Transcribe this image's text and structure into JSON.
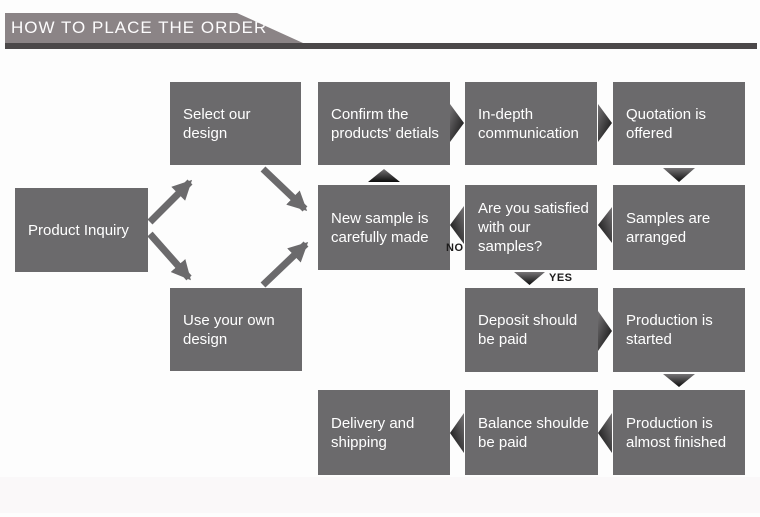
{
  "header": {
    "title": "HOW TO PLACE THE ORDER"
  },
  "colors": {
    "banner_fill": "#8b8486",
    "bar_fill": "#4b4849",
    "box_fill": "#6b6a6c",
    "arrow_grad_start": "#767476",
    "arrow_grad_end": "#0c0c0c",
    "diagonal_fill": "#6b6a6c",
    "label_dark": "#1c1b1b",
    "band_fill": "#faf8f9"
  },
  "flowchart": {
    "nodes": [
      {
        "id": "product-inquiry",
        "label": "Product Inquiry"
      },
      {
        "id": "select-our-design",
        "label": "Select our design"
      },
      {
        "id": "use-your-own-design",
        "label": "Use your own design"
      },
      {
        "id": "confirm-products-details",
        "label": "Confirm the products' detials"
      },
      {
        "id": "new-sample-made",
        "label": "New sample is carefully made"
      },
      {
        "id": "delivery-and-shipping",
        "label": "Delivery and shipping"
      },
      {
        "id": "in-depth-communication",
        "label": "In-depth communication"
      },
      {
        "id": "satisfied-question",
        "label": "Are you satisfied with our samples?"
      },
      {
        "id": "deposit-paid",
        "label": "Deposit should be paid"
      },
      {
        "id": "balance-paid",
        "label": "Balance shoulde be paid"
      },
      {
        "id": "quotation-offered",
        "label": "Quotation is offered"
      },
      {
        "id": "samples-arranged",
        "label": "Samples are arranged"
      },
      {
        "id": "production-started",
        "label": "Production is started"
      },
      {
        "id": "production-almost-finished",
        "label": "Production is almost finished"
      }
    ],
    "decision_labels": {
      "no": "NO",
      "yes": "YES"
    }
  }
}
